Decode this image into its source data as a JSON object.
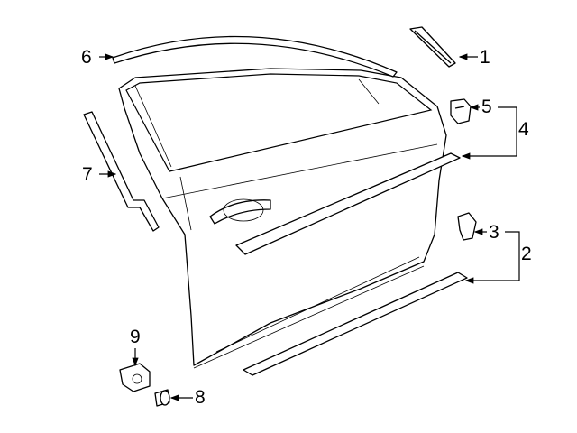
{
  "diagram": {
    "callouts": [
      {
        "number": "1",
        "part": "triangle-trim"
      },
      {
        "number": "2",
        "part": "rocker-molding-group"
      },
      {
        "number": "3",
        "part": "rocker-molding-clip"
      },
      {
        "number": "4",
        "part": "body-side-molding-group"
      },
      {
        "number": "5",
        "part": "body-side-molding-clip"
      },
      {
        "number": "6",
        "part": "roof-drip-molding"
      },
      {
        "number": "7",
        "part": "pillar-applique"
      },
      {
        "number": "8",
        "part": "bolt"
      },
      {
        "number": "9",
        "part": "retainer-nut"
      }
    ]
  }
}
